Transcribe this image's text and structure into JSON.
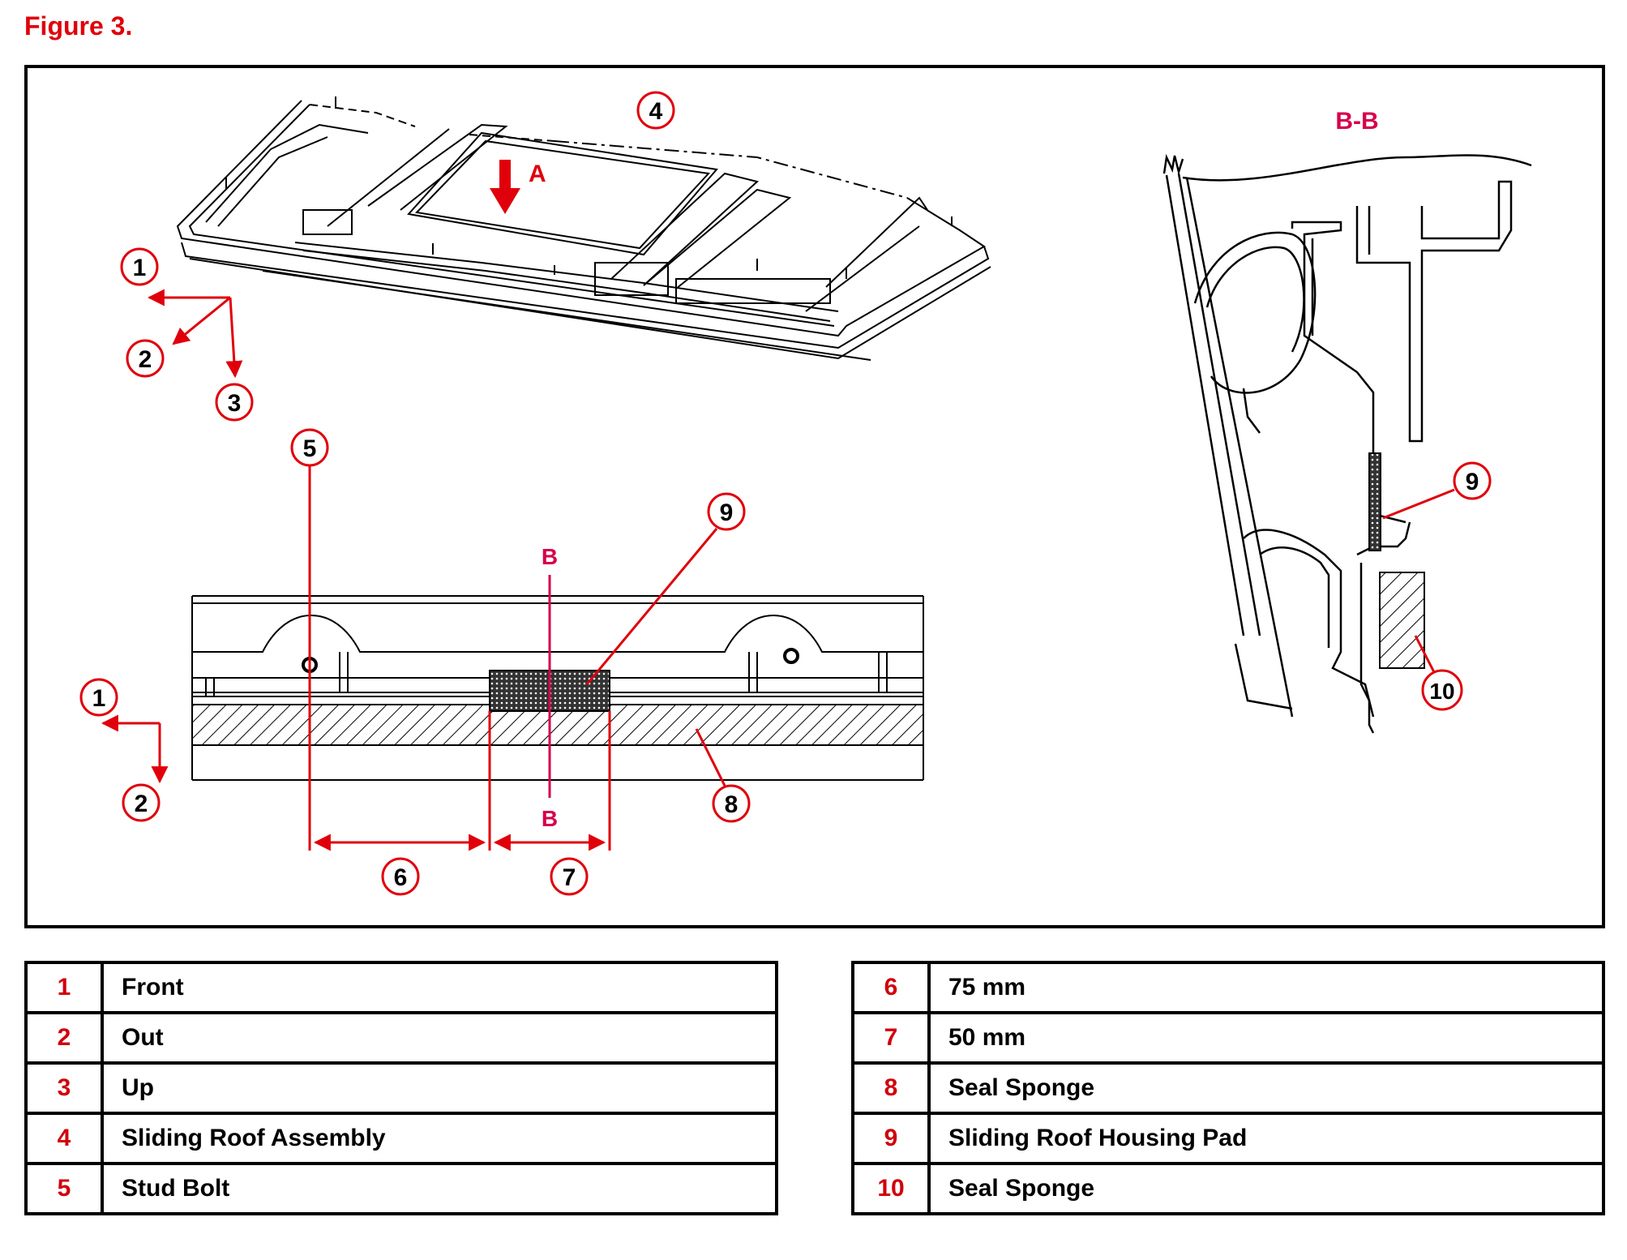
{
  "figure_title": "Figure 3.",
  "callouts": {
    "c1": "1",
    "c2": "2",
    "c3": "3",
    "c4": "4",
    "c5": "5",
    "c6": "6",
    "c7": "7",
    "c8": "8",
    "c9": "9",
    "c10": "10"
  },
  "view_labels": {
    "arrow_a": "A",
    "section_b": "B",
    "section_bb": "B-B"
  },
  "legend": {
    "left": [
      {
        "num": "1",
        "text": "Front"
      },
      {
        "num": "2",
        "text": "Out"
      },
      {
        "num": "3",
        "text": "Up"
      },
      {
        "num": "4",
        "text": "Sliding Roof Assembly"
      },
      {
        "num": "5",
        "text": "Stud Bolt"
      }
    ],
    "right": [
      {
        "num": "6",
        "text": "75 mm"
      },
      {
        "num": "7",
        "text": "50 mm"
      },
      {
        "num": "8",
        "text": "Seal Sponge"
      },
      {
        "num": "9",
        "text": "Sliding Roof Housing Pad"
      },
      {
        "num": "10",
        "text": "Seal Sponge"
      }
    ]
  },
  "colors": {
    "callout_red": "#e0000b",
    "section_pink": "#d6004c",
    "line_black": "#000000"
  }
}
